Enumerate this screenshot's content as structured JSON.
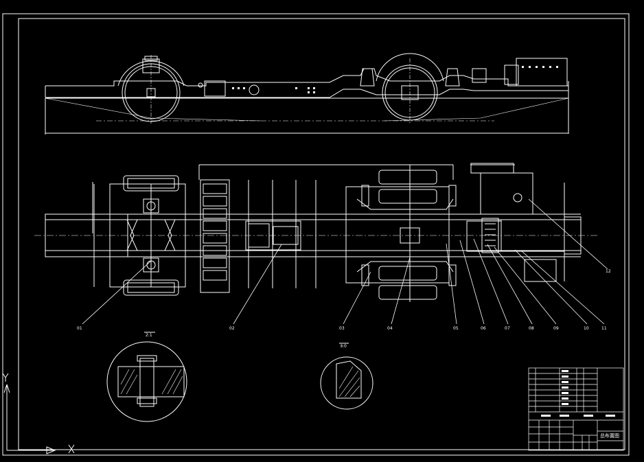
{
  "drawing": {
    "background": "#000000",
    "line_color": "#ffffff",
    "section_a_label": "2:1",
    "section_b_label": "Ⅱ:0",
    "part_labels": [
      "01",
      "02",
      "03",
      "04",
      "05",
      "06",
      "07",
      "08",
      "09",
      "10",
      "11",
      "12"
    ],
    "title_block": {
      "drawing_title": "总布置图"
    }
  }
}
